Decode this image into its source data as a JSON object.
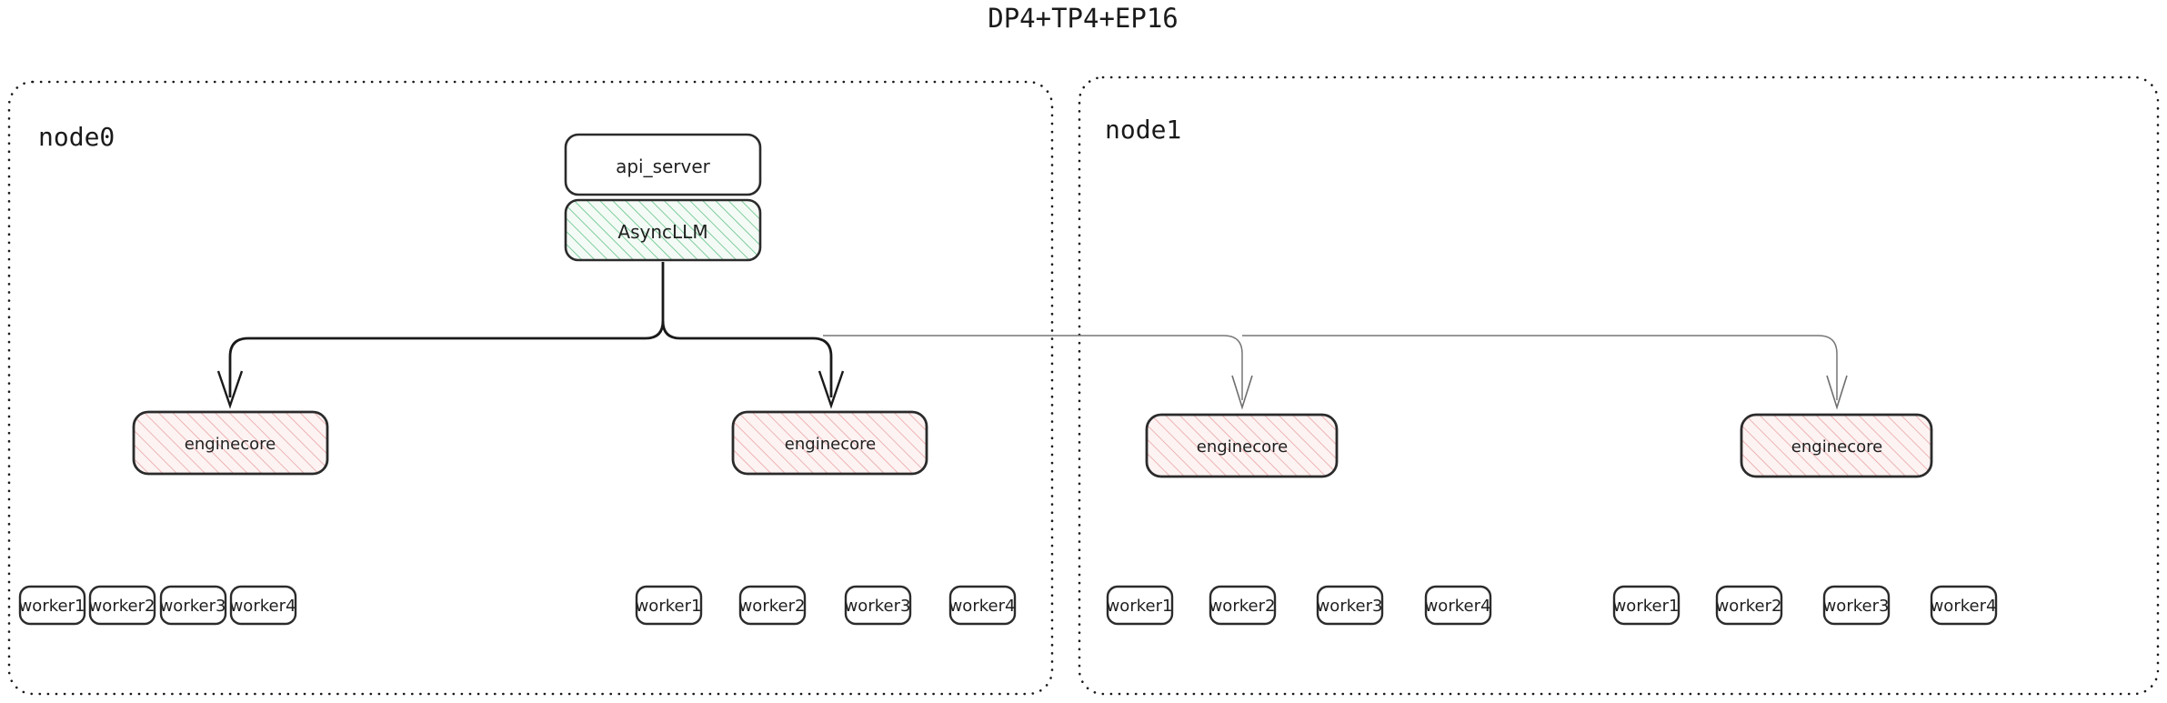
{
  "title": "DP4+TP4+EP16",
  "colors": {
    "green_hatch": "#5bbd7a",
    "green_fill": "#f3fbf5",
    "pink_hatch": "#e8a0a0",
    "pink_fill": "#fdf2f2",
    "border": "#2b2b2b",
    "link_strong": "#1a1a1a",
    "link_weak": "#777777",
    "container_border": "#1a1a1a",
    "background": "#ffffff"
  },
  "nodes": [
    {
      "id": "node0",
      "label": "node0",
      "frontend": {
        "api_server": "api_server",
        "async_llm": "AsyncLLM"
      },
      "enginecores": [
        {
          "label": "enginecore",
          "workers": [
            "worker1",
            "worker2",
            "worker3",
            "worker4"
          ]
        },
        {
          "label": "enginecore",
          "workers": [
            "worker1",
            "worker2",
            "worker3",
            "worker4"
          ]
        }
      ]
    },
    {
      "id": "node1",
      "label": "node1",
      "enginecores": [
        {
          "label": "enginecore",
          "workers": [
            "worker1",
            "worker2",
            "worker3",
            "worker4"
          ]
        },
        {
          "label": "enginecore",
          "workers": [
            "worker1",
            "worker2",
            "worker3",
            "worker4"
          ]
        }
      ]
    }
  ]
}
